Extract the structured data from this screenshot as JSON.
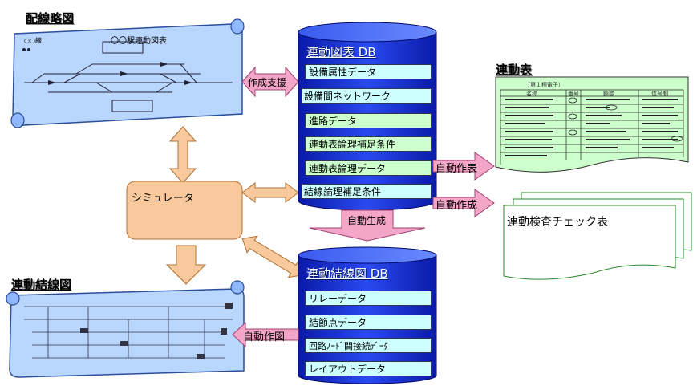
{
  "scroll_top": {
    "title": "配線略図",
    "inner_label": "〇〇駅連動図表",
    "corner_label": "○○線"
  },
  "scroll_bottom": {
    "title": "連動結線図"
  },
  "sim": {
    "label": "シミュレータ"
  },
  "db1": {
    "title": "連動図表 DB",
    "rows": [
      "設備属性データ",
      "設備間ネットワーク",
      "進路データ",
      "連動表論理補足条件",
      "連動表論理データ",
      "結線論理補足条件"
    ]
  },
  "db2": {
    "title": "連動結線図 DB",
    "rows": [
      "リレーデータ",
      "結節点データ",
      "回路ﾉｰﾄﾞ間接続ﾃﾞｰﾀ",
      "レイアウトデータ"
    ]
  },
  "arrows": {
    "support": "作成支援",
    "auto_gen": "自動生成",
    "auto_table": "自動作表",
    "auto_make": "自動作成",
    "auto_draw": "自動作図"
  },
  "interlock_table": {
    "title": "連動表",
    "subtitle": "（第１種電子）",
    "headers": [
      "名称",
      "番号",
      "鎖錠",
      "信号制"
    ]
  },
  "check_table": {
    "label": "連動検査チェック表"
  },
  "colors": {
    "db_blue": "#1f2fd0",
    "pink_arrow": "#f4a6c8",
    "orange": "#f7c99c",
    "green_table": "#ccffcc",
    "scroll_blue": "#b9d6ff"
  }
}
